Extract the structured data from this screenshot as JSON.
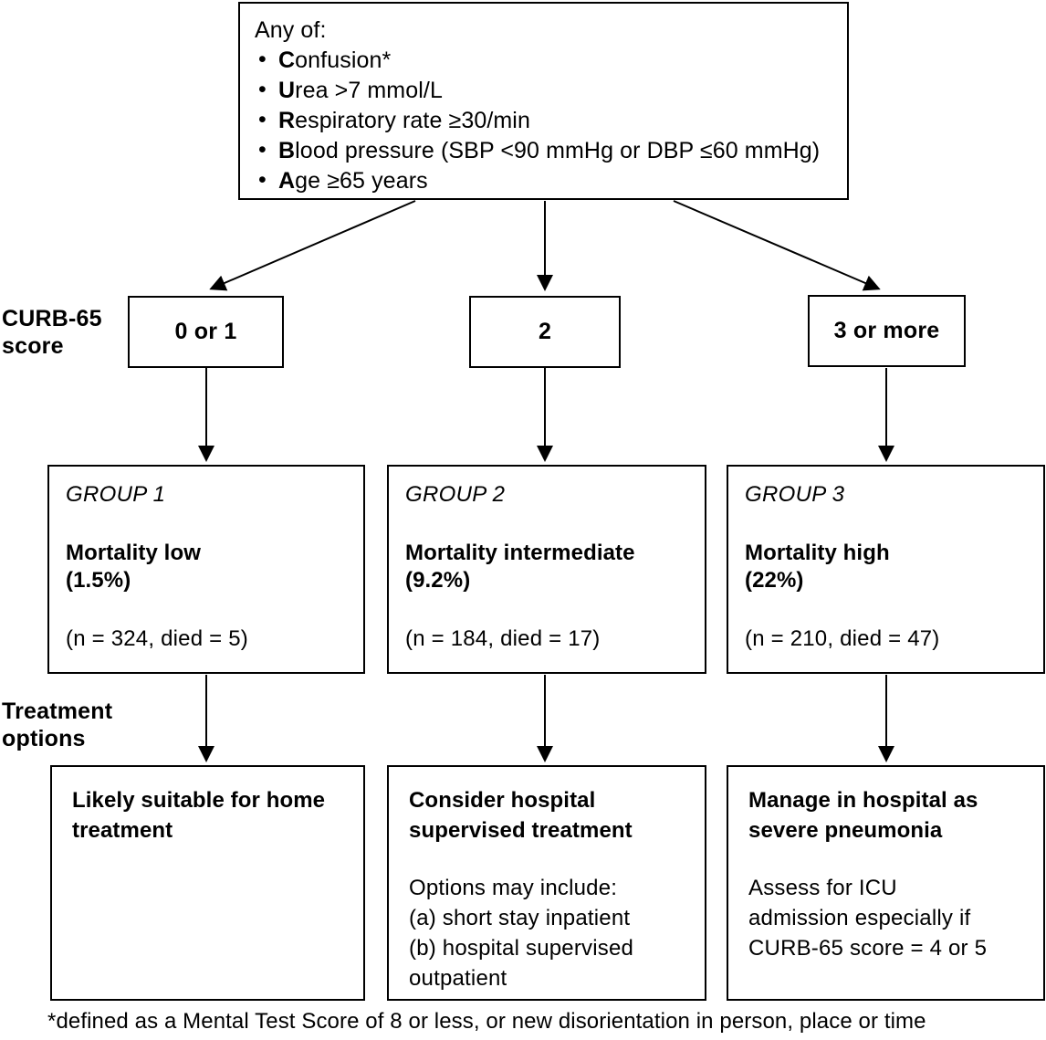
{
  "criteria": {
    "lead": "Any of:",
    "bullet_glyph": "•",
    "items": [
      {
        "initial": "C",
        "rest": "onfusion*"
      },
      {
        "initial": "U",
        "rest": "rea >7 mmol/L"
      },
      {
        "initial": "R",
        "rest": "espiratory rate ≥30/min"
      },
      {
        "initial": "B",
        "rest": "lood pressure (SBP <90 mmHg or DBP ≤60 mmHg)"
      },
      {
        "initial": "A",
        "rest": "ge ≥65 years"
      }
    ]
  },
  "row_labels": {
    "curb_score": "CURB-65\nscore",
    "treatment_options": "Treatment\noptions"
  },
  "score_boxes": [
    {
      "label": "0 or 1"
    },
    {
      "label": "2"
    },
    {
      "label": "3 or more"
    }
  ],
  "groups": [
    {
      "title": "GROUP 1",
      "mortality": "Mortality low\n(1.5%)",
      "counts": "(n = 324, died = 5)"
    },
    {
      "title": "GROUP 2",
      "mortality": "Mortality intermediate\n(9.2%)",
      "counts": "(n = 184, died = 17)"
    },
    {
      "title": "GROUP 3",
      "mortality": "Mortality high\n(22%)",
      "counts": "(n = 210, died = 47)"
    }
  ],
  "treatments": [
    {
      "heading": "Likely suitable for home\ntreatment",
      "body": ""
    },
    {
      "heading": "Consider hospital\nsupervised treatment",
      "body": "Options may include:\n(a) short stay inpatient\n(b) hospital supervised\noutpatient"
    },
    {
      "heading": "Manage in hospital as\nsevere pneumonia",
      "body": "Assess for ICU\nadmission especially if\nCURB-65 score = 4 or 5"
    }
  ],
  "footnote": "*defined as a Mental Test Score of 8 or less, or new disorientation in person, place or time",
  "colors": {
    "stroke": "#000000",
    "background": "#ffffff",
    "text": "#000000"
  },
  "chart_data": {
    "type": "table",
    "title": "CURB-65 severity score flowchart",
    "categories": [
      "0 or 1",
      "2",
      "3 or more"
    ],
    "series": [
      {
        "name": "Mortality (%)",
        "values": [
          1.5,
          9.2,
          22
        ]
      },
      {
        "name": "n",
        "values": [
          324,
          184,
          210
        ]
      },
      {
        "name": "died",
        "values": [
          5,
          17,
          47
        ]
      }
    ]
  }
}
